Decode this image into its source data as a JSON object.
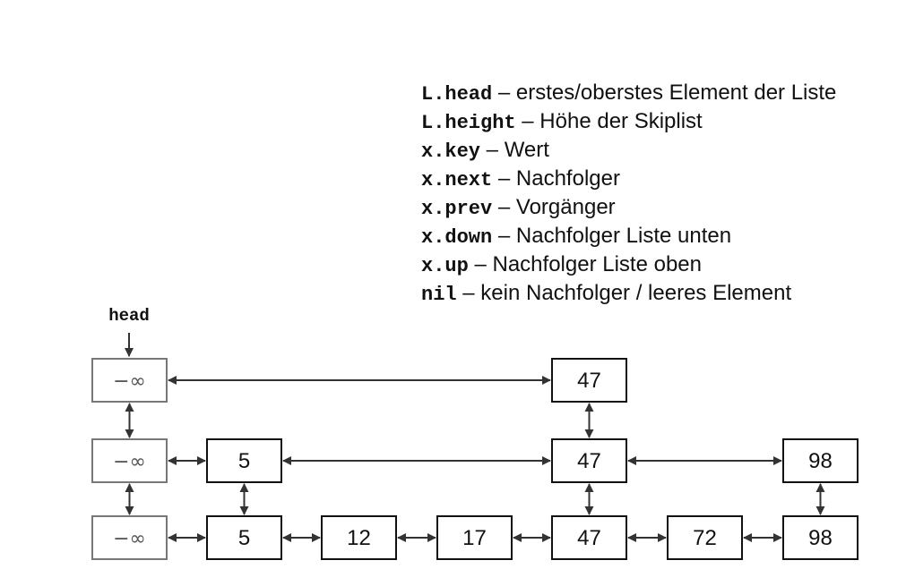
{
  "legend": [
    {
      "term": "L.head",
      "description": " – erstes/oberstes Element der Liste"
    },
    {
      "term": "L.height",
      "description": " – Höhe der Skiplist"
    },
    {
      "term": "x.key",
      "description": " – Wert"
    },
    {
      "term": "x.next",
      "description": " – Nachfolger"
    },
    {
      "term": "x.prev",
      "description": " – Vorgänger"
    },
    {
      "term": "x.down",
      "description": " – Nachfolger Liste unten"
    },
    {
      "term": "x.up",
      "description": " – Nachfolger Liste oben"
    },
    {
      "term": "nil",
      "description": " – kein Nachfolger / leeres Element"
    }
  ],
  "diagram": {
    "head_label": "head",
    "colors": {
      "sentinel_border": "#777777",
      "sentinel_text": "#555555",
      "node_border": "#111111",
      "edge": "#333333"
    },
    "levels": [
      [
        {
          "id": "s2",
          "key": "−∞",
          "sentinel": true
        },
        {
          "id": "n47_2",
          "key": "47"
        }
      ],
      [
        {
          "id": "s1",
          "key": "−∞",
          "sentinel": true
        },
        {
          "id": "n5_1",
          "key": "5"
        },
        {
          "id": "n47_1",
          "key": "47"
        },
        {
          "id": "n98_1",
          "key": "98"
        }
      ],
      [
        {
          "id": "s0",
          "key": "−∞",
          "sentinel": true
        },
        {
          "id": "n5_0",
          "key": "5"
        },
        {
          "id": "n12_0",
          "key": "12"
        },
        {
          "id": "n17_0",
          "key": "17"
        },
        {
          "id": "n47_0",
          "key": "47"
        },
        {
          "id": "n72_0",
          "key": "72"
        },
        {
          "id": "n98_0",
          "key": "98"
        }
      ]
    ],
    "horizontal_links": [
      [
        "s2",
        "n47_2"
      ],
      [
        "s1",
        "n5_1"
      ],
      [
        "n5_1",
        "n47_1"
      ],
      [
        "n47_1",
        "n98_1"
      ],
      [
        "s0",
        "n5_0"
      ],
      [
        "n5_0",
        "n12_0"
      ],
      [
        "n12_0",
        "n17_0"
      ],
      [
        "n17_0",
        "n47_0"
      ],
      [
        "n47_0",
        "n72_0"
      ],
      [
        "n72_0",
        "n98_0"
      ]
    ],
    "vertical_links": [
      [
        "s2",
        "s1"
      ],
      [
        "s1",
        "s0"
      ],
      [
        "n47_2",
        "n47_1"
      ],
      [
        "n47_1",
        "n47_0"
      ],
      [
        "n5_1",
        "n5_0"
      ],
      [
        "n98_1",
        "n98_0"
      ]
    ]
  }
}
